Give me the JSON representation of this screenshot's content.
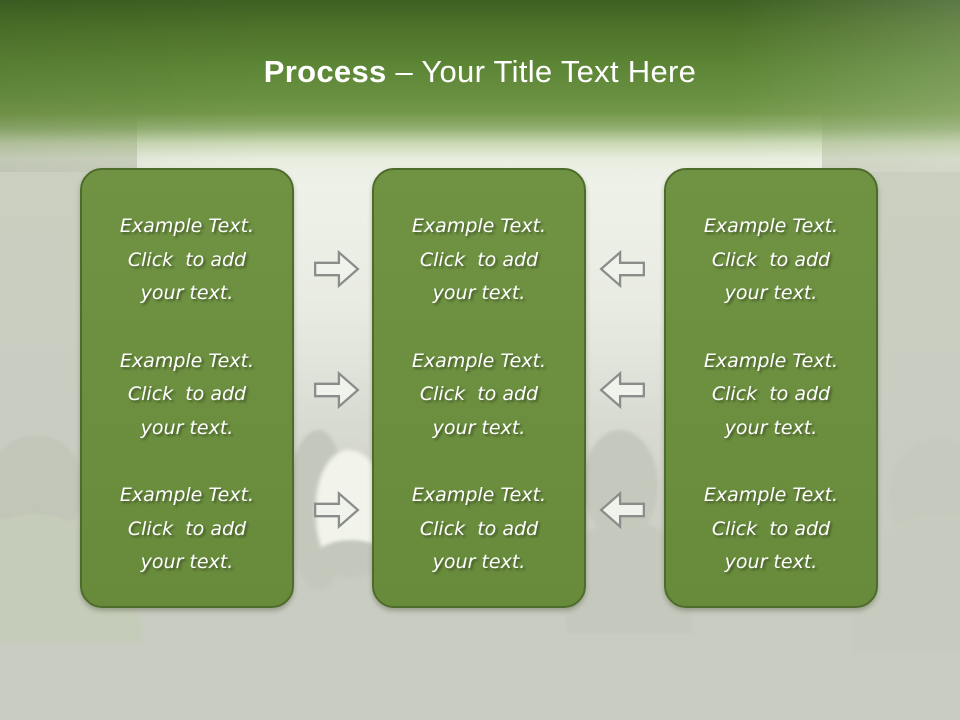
{
  "slide": {
    "title": {
      "emphasis": "Process",
      "rest": "– Your Title Text Here"
    },
    "columns": [
      {
        "name": "left",
        "items": [
          {
            "text": "Example Text.\nClick  to add\nyour text."
          },
          {
            "text": "Example Text.\nClick  to add\nyour text."
          },
          {
            "text": "Example Text.\nClick  to add\nyour text."
          }
        ]
      },
      {
        "name": "middle",
        "items": [
          {
            "text": "Example Text.\nClick  to add\nyour text."
          },
          {
            "text": "Example Text.\nClick  to add\nyour text."
          },
          {
            "text": "Example Text.\nClick  to add\nyour text."
          }
        ]
      },
      {
        "name": "right",
        "items": [
          {
            "text": "Example Text.\nClick  to add\nyour text."
          },
          {
            "text": "Example Text.\nClick  to add\nyour text."
          },
          {
            "text": "Example Text.\nClick  to add\nyour text."
          }
        ]
      }
    ],
    "arrows": {
      "left_gap": {
        "direction": "right",
        "count": 3
      },
      "right_gap": {
        "direction": "left",
        "count": 3
      }
    },
    "colors": {
      "header_green_top": "#3D6023",
      "header_green_bottom": "#74984A",
      "box_fill": "#6B8F3F",
      "box_border": "#4D6C2B",
      "background_gray": "#C9CCC2",
      "center_band": "#F5F7F0",
      "arrow_fill": "#F0F2EC",
      "arrow_stroke": "#8A8E8A",
      "text_color": "#FFFFFF"
    }
  }
}
